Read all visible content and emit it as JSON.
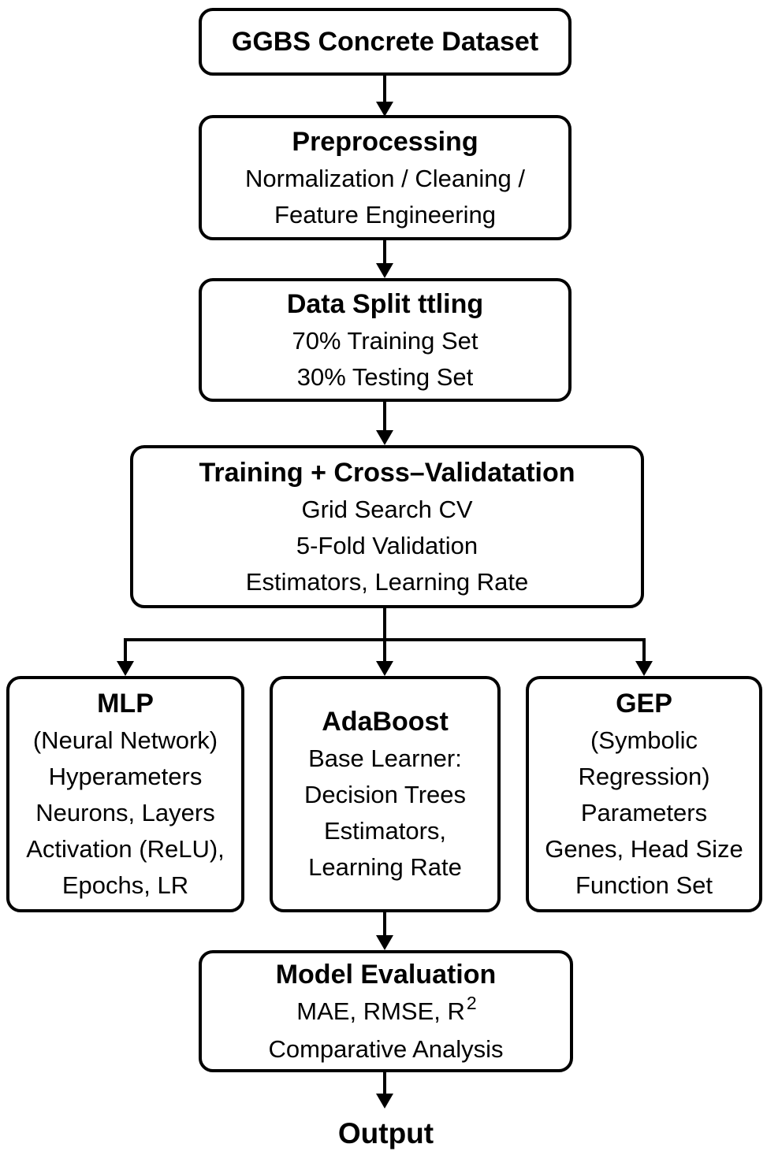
{
  "colors": {
    "background": "#ffffff",
    "stroke": "#000000",
    "text": "#000000"
  },
  "nodes": {
    "dataset": {
      "title": "GGBS Concrete Dataset"
    },
    "preprocessing": {
      "title": "Preprocessing",
      "lines": [
        "Normalization / Cleaning /",
        "Feature Engineering"
      ]
    },
    "data_splitting": {
      "title": "Data Split ttling",
      "lines": [
        "70% Training Set",
        "30% Testing Set"
      ]
    },
    "training_cv": {
      "title": "Training + Cross–Validatation",
      "lines": [
        "Grid Search CV",
        "5-Fold Validation",
        "Estimators, Learning Rate"
      ]
    },
    "mlp": {
      "title": "MLP",
      "lines": [
        "(Neural Network)",
        "Hyperameters",
        "Neurons, Layers",
        "Activation (ReLU),",
        "Epochs, LR"
      ]
    },
    "adaboost": {
      "title": "AdaBoost",
      "lines": [
        "Base Learner:",
        "Decision Trees",
        "Estimators,",
        "Learning Rate"
      ]
    },
    "gep": {
      "title": "GEP",
      "lines": [
        "(Symbolic",
        "Regression)",
        "Parameters",
        "Genes, Head Size",
        "Function Set"
      ]
    },
    "evaluation": {
      "title": "Model Evaluation",
      "metrics_base": "MAE, RMSE, R",
      "metrics_sup": "2",
      "lines": [
        "Comparative Analysis"
      ]
    }
  },
  "output_label": "Output"
}
